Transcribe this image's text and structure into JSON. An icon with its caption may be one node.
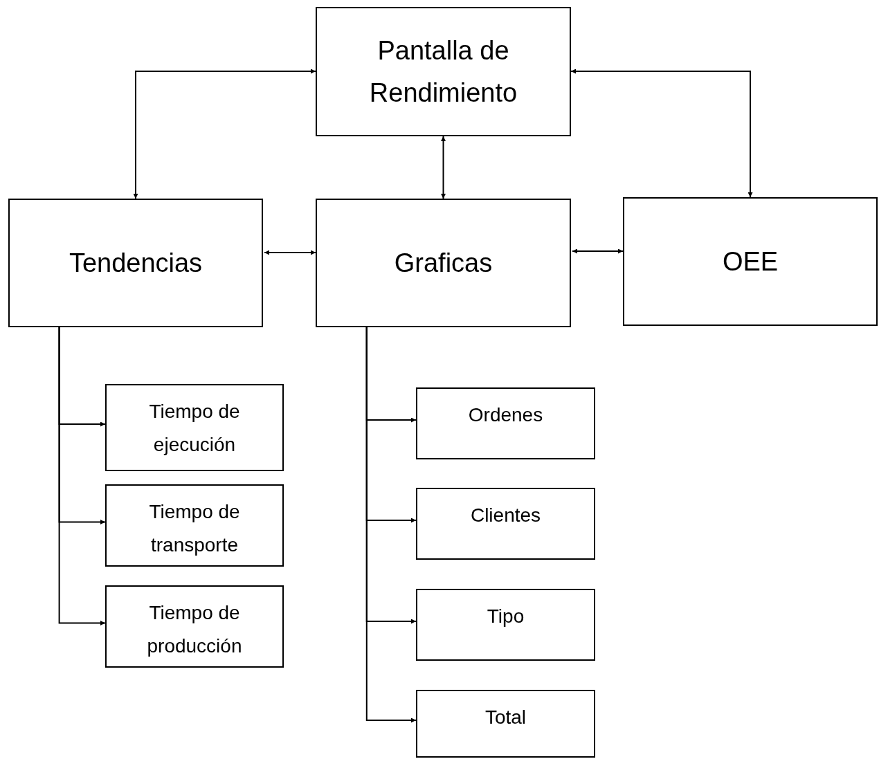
{
  "diagram": {
    "nodes": [
      {
        "text": [
          "Pantalla de Rendimiento"
        ]
      },
      {
        "text": [
          "Tendencias"
        ]
      },
      {
        "text": [
          "Graficas"
        ]
      },
      {
        "text": [
          "OEE"
        ]
      },
      {
        "text": [
          "Tiempo de ejecución"
        ]
      },
      {
        "text": [
          "Tiempo de transporte"
        ]
      },
      {
        "text": [
          "Tiempo de producción"
        ]
      },
      {
        "text": [
          "Ordenes"
        ]
      },
      {
        "text": [
          "Clientes"
        ]
      },
      {
        "text": [
          "Tipo"
        ]
      },
      {
        "text": [
          "Total"
        ]
      }
    ],
    "edges": [
      {
        "from": 0,
        "to": 1,
        "arrow": "both"
      },
      {
        "from": 0,
        "to": 2,
        "arrow": "both"
      },
      {
        "from": 0,
        "to": 3,
        "arrow": "both"
      },
      {
        "from": 1,
        "to": 2,
        "arrow": "both"
      },
      {
        "from": 2,
        "to": 3,
        "arrow": "both"
      },
      {
        "from": 1,
        "to": 4,
        "arrow": "to"
      },
      {
        "from": 1,
        "to": 5,
        "arrow": "to"
      },
      {
        "from": 1,
        "to": 6,
        "arrow": "to"
      },
      {
        "from": 2,
        "to": 7,
        "arrow": "to"
      },
      {
        "from": 2,
        "to": 8,
        "arrow": "to"
      },
      {
        "from": 2,
        "to": 9,
        "arrow": "to"
      },
      {
        "from": 2,
        "to": 10,
        "arrow": "to"
      }
    ]
  }
}
